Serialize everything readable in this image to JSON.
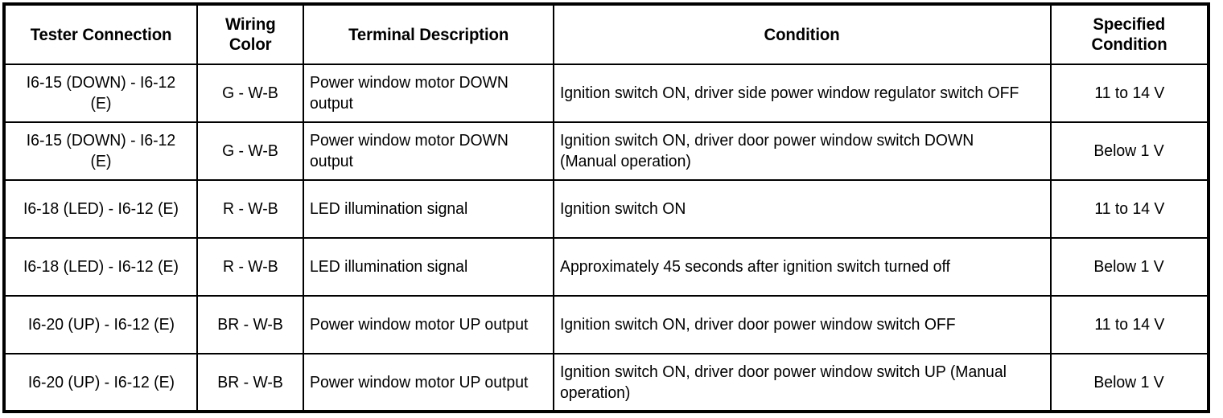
{
  "table": {
    "columns": [
      {
        "key": "tester",
        "label": "Tester Connection"
      },
      {
        "key": "wiring",
        "label": "Wiring\nColor"
      },
      {
        "key": "terminal",
        "label": "Terminal Description"
      },
      {
        "key": "condition",
        "label": "Condition"
      },
      {
        "key": "specified",
        "label": "Specified\nCondition"
      }
    ],
    "headers": {
      "tester": "Tester Connection",
      "wiring_line1": "Wiring",
      "wiring_line2": "Color",
      "terminal": "Terminal Description",
      "condition": "Condition",
      "specified_line1": "Specified",
      "specified_line2": "Condition"
    },
    "rows": [
      {
        "tester": "I6-15 (DOWN) - I6-12 (E)",
        "wiring": "G - W-B",
        "terminal": "Power window motor DOWN output",
        "condition": "Ignition switch ON, driver side power window regulator switch OFF",
        "specified": "11 to 14 V"
      },
      {
        "tester": "I6-15 (DOWN) - I6-12 (E)",
        "wiring": "G - W-B",
        "terminal": "Power window motor DOWN output",
        "condition": "Ignition switch ON, driver door power window switch DOWN (Manual operation)",
        "specified": "Below 1 V"
      },
      {
        "tester": "I6-18 (LED) - I6-12 (E)",
        "wiring": "R - W-B",
        "terminal": "LED illumination signal",
        "condition": "Ignition switch ON",
        "specified": "11 to 14 V"
      },
      {
        "tester": "I6-18 (LED) - I6-12 (E)",
        "wiring": "R - W-B",
        "terminal": "LED illumination signal",
        "condition": "Approximately 45 seconds after ignition switch turned off",
        "specified": "Below 1 V"
      },
      {
        "tester": "I6-20 (UP) - I6-12 (E)",
        "wiring": "BR - W-B",
        "terminal": "Power window motor UP output",
        "condition": "Ignition switch ON, driver door power window switch OFF",
        "specified": "11 to 14 V"
      },
      {
        "tester": "I6-20 (UP) - I6-12 (E)",
        "wiring": "BR - W-B",
        "terminal": "Power window motor UP output",
        "condition": "Ignition switch ON, driver door power window switch UP (Manual operation)",
        "specified": "Below 1 V"
      }
    ]
  },
  "style": {
    "text_color": "#000000",
    "background_color": "#ffffff",
    "border_color": "#000000"
  }
}
